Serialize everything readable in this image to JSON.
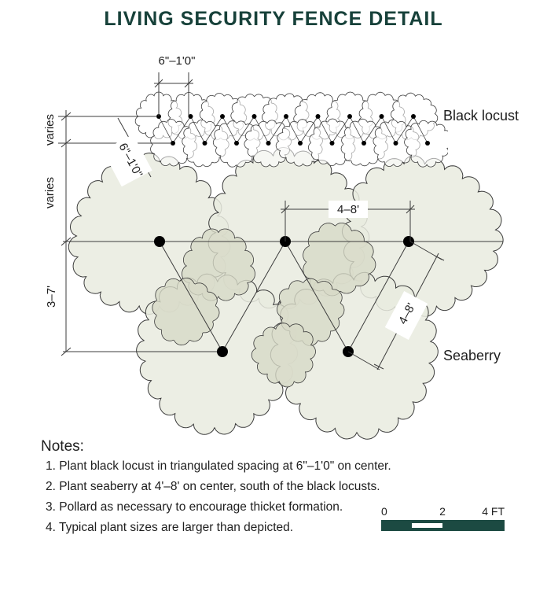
{
  "title": "LIVING SECURITY FENCE DETAIL",
  "colors": {
    "title": "#17413a",
    "plant_fill": "#e9ebdf",
    "overlap_fill": "#d7d9c7",
    "outline": "#3c3c3c",
    "scale_bar": "#1c4a42"
  },
  "labels": {
    "black_locust": "Black locust",
    "seaberry": "Seaberry"
  },
  "dimensions": {
    "locust_spacing_top": "6\"–1'0\"",
    "locust_spacing_diag": "6\"–1'0\"",
    "varies_top": "varies",
    "varies_mid": "varies",
    "row_offset": "3–7'",
    "seaberry_spacing_h": "4–8'",
    "seaberry_spacing_diag": "4–8'"
  },
  "notes": {
    "heading": "Notes:",
    "items": [
      "1.  Plant black locust in triangulated spacing at 6\"–1'0\" on center.",
      "2.  Plant seaberry at 4'–8' on center, south of the black locusts.",
      "3.  Pollard as necessary to encourage thicket formation.",
      "4.  Typical plant sizes are larger than depicted."
    ]
  },
  "scale": {
    "labels": [
      "0",
      "2",
      "4 FT"
    ]
  }
}
